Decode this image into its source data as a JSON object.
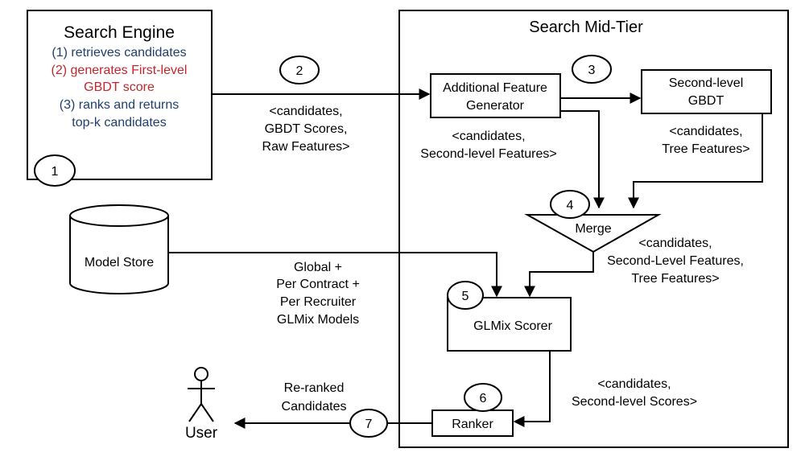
{
  "search_engine": {
    "title": "Search Engine",
    "line1": "(1) retrieves candidates",
    "line2": "(2) generates First-level",
    "line3": "GBDT score",
    "line4": "(3) ranks and returns",
    "line5": "top-k candidates",
    "step": "1"
  },
  "mid_tier": {
    "title": "Search Mid-Tier"
  },
  "feature_generator": {
    "line1": "Additional Feature",
    "line2": "Generator",
    "step": "3"
  },
  "second_gbdt": {
    "line1": "Second-level",
    "line2": "GBDT"
  },
  "merge": {
    "label": "Merge",
    "step": "4"
  },
  "glmix": {
    "label": "GLMix Scorer",
    "step": "5"
  },
  "ranker": {
    "label": "Ranker",
    "step": "6"
  },
  "model_store": {
    "label": "Model Store"
  },
  "user": {
    "label": "User"
  },
  "edges": {
    "step2": "2",
    "step7": "7",
    "se_to_fg": [
      "<candidates,",
      "GBDT Scores,",
      "Raw Features>"
    ],
    "fg_to_merge": [
      "<candidates,",
      "Second-level Features>"
    ],
    "gbdt_to_merge": [
      "<candidates,",
      "Tree Features>"
    ],
    "merge_to_glmix": [
      "<candidates,",
      "Second-Level Features,",
      "Tree Features>"
    ],
    "models": [
      "Global +",
      "Per Contract +",
      "Per Recruiter",
      "GLMix Models"
    ],
    "glmix_to_ranker": [
      "<candidates,",
      "Second-level Scores>"
    ],
    "ranker_to_user": [
      "Re-ranked",
      "Candidates"
    ]
  },
  "colors": {
    "blue_text": "#1f3f6e",
    "red_text": "#c0282d"
  }
}
